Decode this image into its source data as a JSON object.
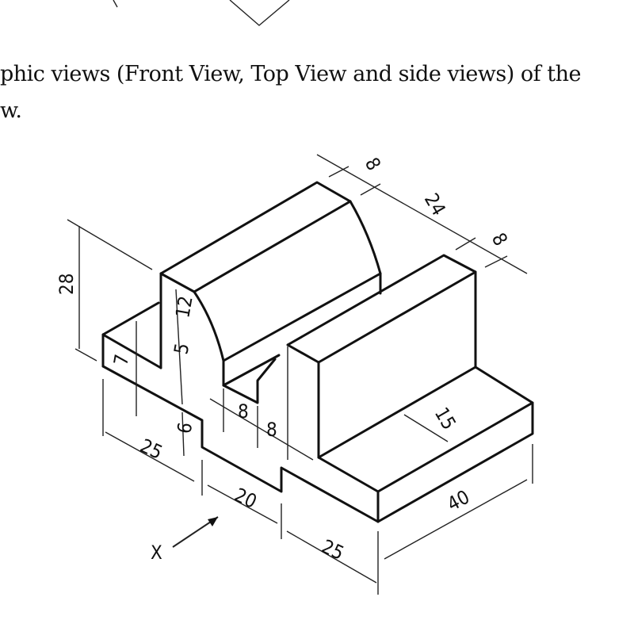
{
  "instruction": {
    "line1": "phic views (Front View, Top View and side views) of the",
    "line2": "w."
  },
  "drawing": {
    "dimensions": {
      "height_28": "28",
      "step_7": "7",
      "rib_5": "5",
      "rib_12": "12",
      "step_6": "6",
      "left_25": "25",
      "slot_8a": "8",
      "slot_8b": "8",
      "middle_20": "20",
      "right_25": "25",
      "depth_40": "40",
      "wall_15": "15",
      "top_8a": "8",
      "top_24": "24",
      "top_8b": "8"
    },
    "view_direction": "X"
  }
}
